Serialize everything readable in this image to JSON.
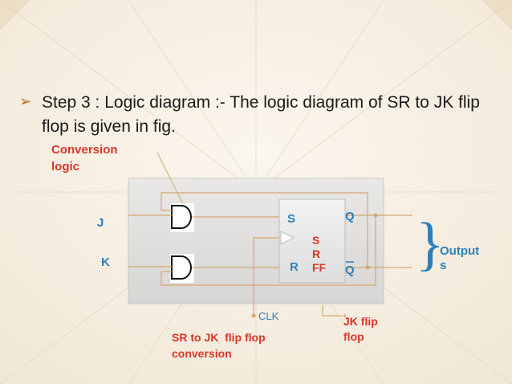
{
  "slide": {
    "bullet_text": "Step 3 : Logic diagram :- The logic diagram of SR to JK flip flop is given in fig.",
    "callout_conversion_logic": "Conversion\nlogic",
    "input_j": "J",
    "input_k": "K",
    "ff_s": "S",
    "ff_r": "R",
    "ff_q": "Q",
    "ff_qbar": "Q",
    "ff_name": "S\nR\nFF",
    "outputs_label": "Output\ns",
    "clk_label": "CLK",
    "jk_label": "JK flip\nflop",
    "caption": "SR to JK  flip flop\nconversion"
  },
  "colors": {
    "accent_red": "#d9352b",
    "accent_blue": "#2e7fb8",
    "bullet": "#c2691c"
  }
}
